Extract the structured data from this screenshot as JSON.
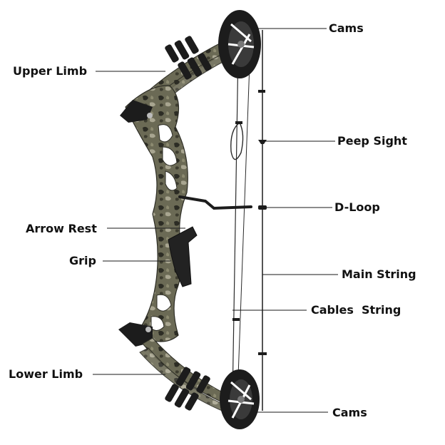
{
  "labels": {
    "cams_top": "Cams",
    "upper_limb": "Upper Limb",
    "peep_sight": "Peep Sight",
    "d_loop": "D-Loop",
    "arrow_rest": "Arrow Rest",
    "grip": "Grip",
    "main_string": "Main String",
    "cables_string": "Cables  String",
    "lower_limb": "Lower Limb",
    "cams_bottom": "Cams"
  },
  "colors": {
    "background": "#ffffff",
    "text": "#111111",
    "riser_camo": "#5a5a48",
    "camo_dark": "#2c2c24",
    "camo_light": "#a8a590",
    "black_parts": "#1c1c1c"
  }
}
